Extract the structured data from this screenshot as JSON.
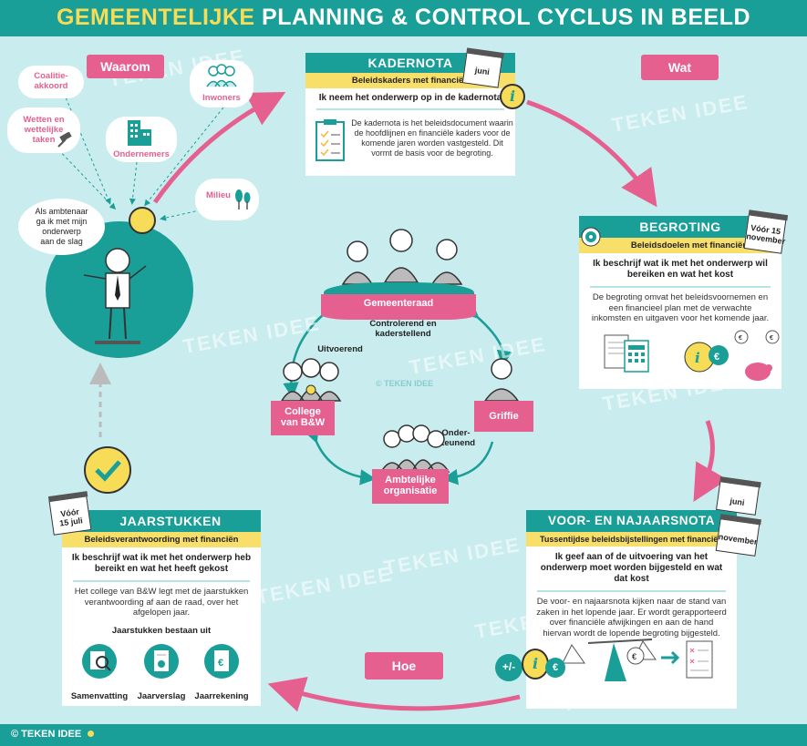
{
  "header": {
    "title_highlight": "GEMEENTELIJKE",
    "title_rest": "PLANNING & CONTROL CYCLUS IN BEELD"
  },
  "footer": {
    "copyright": "© TEKEN IDEE"
  },
  "watermark": {
    "text": "TEKEN IDEE",
    "small": "© TEKEN IDEE"
  },
  "pills": {
    "waarom": "Waarom",
    "wat": "Wat",
    "hoe": "Hoe"
  },
  "left": {
    "clouds": {
      "coalitie": "Coalitie-\nakkoord",
      "inwoners": "Inwoners",
      "wetten": "Wetten en\nwettelijke\ntaken",
      "ondernemers": "Ondernemers",
      "milieu": "Milieu"
    },
    "speech": "Als ambtenaar\nga ik met mijn\nonderwerp\naan de slag"
  },
  "kadernota": {
    "title": "KADERNOTA",
    "subtitle": "Beleidskaders met financiën",
    "lead": "Ik neem het onderwerp op in de kadernota",
    "text": "De kadernota is het beleidsdocument waarin de hoofdlijnen en financiële kaders voor de komende jaren worden vastgesteld. Dit vormt de basis voor de begroting.",
    "calendar": "juni"
  },
  "begroting": {
    "title": "BEGROTING",
    "subtitle": "Beleidsdoelen met financiën",
    "lead": "Ik beschrijf wat ik met het onderwerp wil bereiken en wat het kost",
    "text": "De begroting omvat het beleidsvoornemen en een financieel plan met de verwachte inkomsten en uitgaven voor het komende jaar.",
    "calendar": "Vóór 15\nnovember"
  },
  "najaarsnota": {
    "title": "VOOR- EN NAJAARSNOTA",
    "subtitle": "Tussentijdse beleidsbijstellingen met financiën",
    "lead": "Ik geef aan of de uitvoering van het onderwerp moet worden bijgesteld en wat dat kost",
    "text": "De voor- en najaarsnota kijken naar de stand van zaken in het lopende jaar. Er wordt gerapporteerd over financiële afwijkingen en aan de hand hiervan wordt de lopende begroting bijgesteld.",
    "calendar_1": "juni",
    "calendar_2": "november"
  },
  "jaarstukken": {
    "title": "JAARSTUKKEN",
    "subtitle": "Beleidsverantwoording met financiën",
    "lead": "Ik beschrijf wat ik met het onderwerp heb bereikt en wat het heeft gekost",
    "text": "Het college van B&W legt met de jaarstukken verantwoording af aan de raad, over het afgelopen jaar.",
    "consists": "Jaarstukken bestaan uit",
    "items": [
      "Samenvatting",
      "Jaarverslag",
      "Jaarrekening"
    ],
    "calendar": "Vóór\n15 juli"
  },
  "center": {
    "raad": "Gemeenteraad",
    "raad_role": "Controlerend en\nkaderstellend",
    "college": "College\nvan B&W",
    "college_role": "Uitvoerend",
    "griffie": "Griffie",
    "ambtelijk": "Ambtelijke\norganisatie",
    "ambtelijk_role": "Onder-\nsteunend"
  },
  "colors": {
    "teal": "#1a9e98",
    "pink": "#e5608f",
    "yellow": "#f6dc57",
    "bg": "#c9ecee"
  }
}
